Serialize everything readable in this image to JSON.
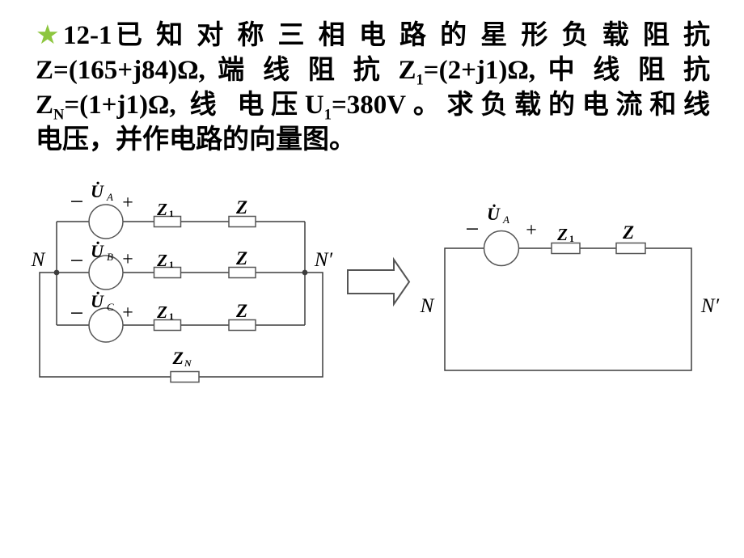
{
  "colors": {
    "star": "#8DC63F",
    "wire": "#3d3d3d",
    "component_stroke": "#555555",
    "arrow": "#555555",
    "text": "#000000"
  },
  "problem": {
    "star": "★",
    "l1": "12-1已 知 对 称 三 相 电 路 的 星 形 负 载 阻 抗",
    "l2a": "Z=(165+j84)Ω, 端 线 阻 抗 Z",
    "l2sub": "1",
    "l2b": "=(2+j1)Ω, 中 线 阻 抗",
    "l3a": "Z",
    "l3sub1": "N",
    "l3b": "=(1+j1)Ω, 线 电压U",
    "l3sub2": "1",
    "l3c": "=380V。求负载的电流和线",
    "l4": "电压，并作电路的向量图。"
  },
  "left": {
    "n": "N",
    "n_prime": "N′",
    "phases": [
      {
        "minus": "−",
        "u": "U̇",
        "u_sub": "A",
        "plus": "+",
        "z1": "Z",
        "z1_sub": "1",
        "z": "Z"
      },
      {
        "minus": "−",
        "u": "U̇",
        "u_sub": "B",
        "plus": "+",
        "z1": "Z",
        "z1_sub": "1",
        "z": "Z"
      },
      {
        "minus": "−",
        "u": "U̇",
        "u_sub": "C",
        "plus": "+",
        "z1": "Z",
        "z1_sub": "1",
        "z": "Z"
      }
    ],
    "zn": "Z",
    "zn_sub": "N"
  },
  "right": {
    "n": "N",
    "n_prime": "N′",
    "minus": "−",
    "u": "U̇",
    "u_sub": "A",
    "plus": "+",
    "z1": "Z",
    "z1_sub": "1",
    "z": "Z"
  }
}
